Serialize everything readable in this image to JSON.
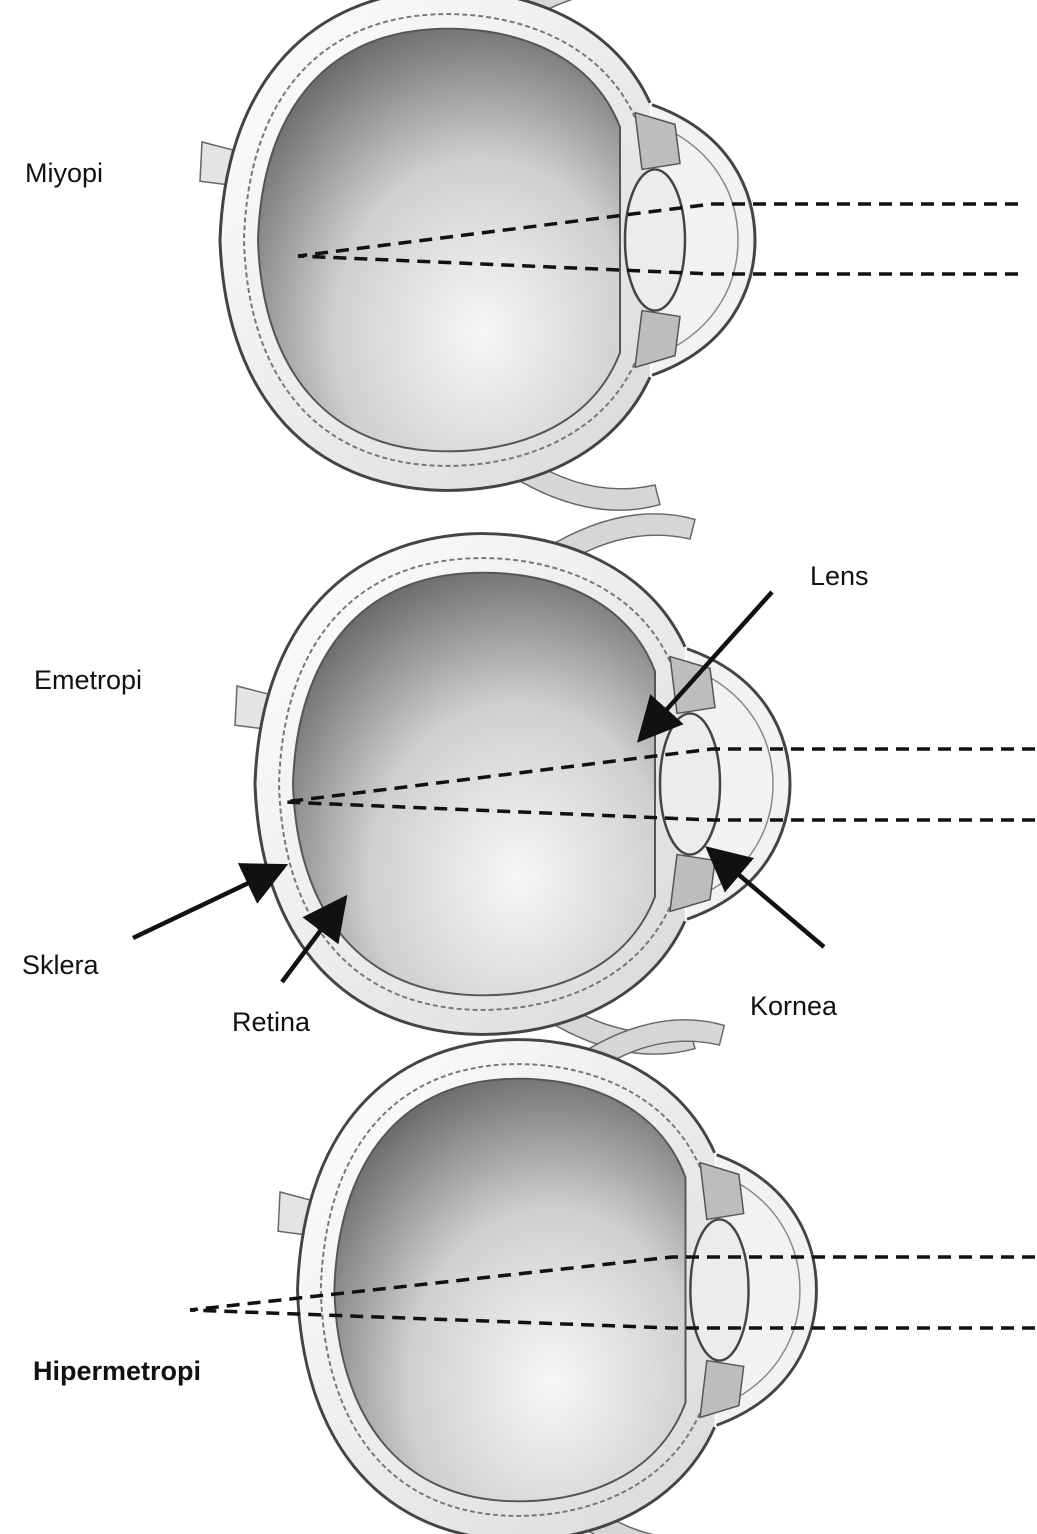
{
  "conditions": {
    "top": "Miyopi",
    "middle": "Emetropi",
    "bottom": "Hipermetropi"
  },
  "parts": {
    "lens": "Lens",
    "sclera": "Sklera",
    "retina": "Retina",
    "cornea": "Kornea"
  },
  "colors": {
    "ink": "#111111",
    "outline": "#444444",
    "shade_dark": "#6f6f6f",
    "shade_light": "#f4f4f4"
  }
}
